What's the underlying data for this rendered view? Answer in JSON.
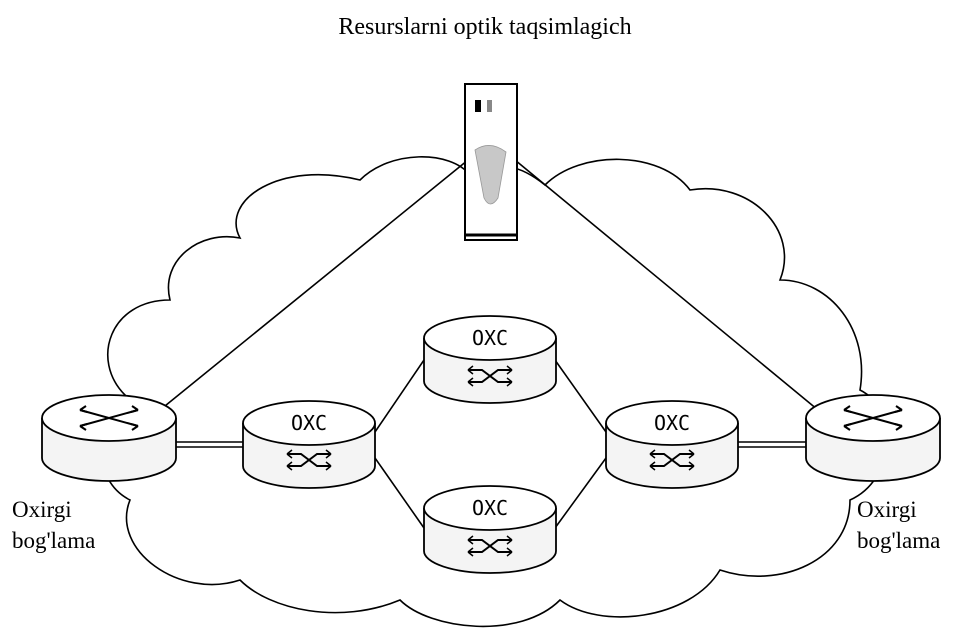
{
  "title": "Resurslarni optik taqsimlagich",
  "endpoint_left": {
    "line1": "Oxirgi",
    "line2": "bog'lama"
  },
  "endpoint_right": {
    "line1": "Oxirgi",
    "line2": "bog'lama"
  },
  "oxc_nodes": [
    {
      "id": "oxc-left",
      "label": "OXC"
    },
    {
      "id": "oxc-top",
      "label": "OXC"
    },
    {
      "id": "oxc-bottom",
      "label": "OXC"
    },
    {
      "id": "oxc-right",
      "label": "OXC"
    }
  ],
  "icons": [
    "router-icon",
    "oxc-switch-icon",
    "optical-distributor-icon",
    "cloud-icon"
  ],
  "colors": {
    "stroke": "#000000",
    "body": "#f4f4f4",
    "top": "#ffffff"
  }
}
